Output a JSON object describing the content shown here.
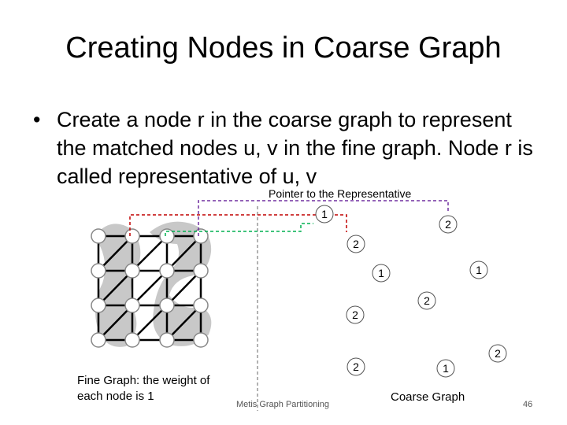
{
  "slide": {
    "title": "Creating Nodes in Coarse Graph",
    "bullet_symbol": "•",
    "bullet_text": "Create a node r in the coarse graph to represent the matched nodes u, v in the fine graph. Node r is called representative of u, v",
    "pointer_label": "Pointer to the Representative",
    "fine_graph_caption": "Fine Graph: the weight of each node is 1",
    "footer_text": "Metis Graph Partitioning",
    "coarse_graph_caption": "Coarse Graph",
    "page_number": "46"
  },
  "coarse_nodes": [
    {
      "label": "1"
    },
    {
      "label": "2"
    },
    {
      "label": "2"
    },
    {
      "label": "1"
    },
    {
      "label": "1"
    },
    {
      "label": "2"
    },
    {
      "label": "2"
    },
    {
      "label": "2"
    },
    {
      "label": "1"
    },
    {
      "label": "2"
    }
  ],
  "colors": {
    "pointer_purple": "#7030a0",
    "pointer_red": "#c00000",
    "pointer_green": "#00b050",
    "grid_node_fill": "#ffffff",
    "grid_blob": "#c8c8c8"
  }
}
